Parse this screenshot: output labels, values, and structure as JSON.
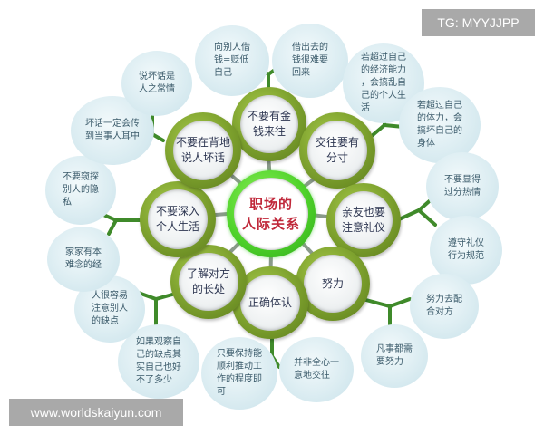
{
  "center": {
    "label": "职场的\n人际关系"
  },
  "nodes": [
    {
      "id": "money",
      "label": "不要有金\n钱来往"
    },
    {
      "id": "propriety",
      "label": "交往要有\n分寸"
    },
    {
      "id": "etiquette",
      "label": "亲友也要\n注意礼仪"
    },
    {
      "id": "effort",
      "label": "努力"
    },
    {
      "id": "understand",
      "label": "正确体认"
    },
    {
      "id": "strengths",
      "label": "了解对方\n的长处"
    },
    {
      "id": "private-life",
      "label": "不要深入\n个人生活"
    },
    {
      "id": "gossip",
      "label": "不要在背地\n说人坏话"
    }
  ],
  "bubbles": [
    {
      "node": "money",
      "text": "向别人借\n钱=贬低\n自己"
    },
    {
      "node": "money",
      "text": "借出去的\n钱很难要\n回来"
    },
    {
      "node": "propriety",
      "text": "若超过自己\n的经济能力\n，会搞乱自\n己的个人生\n活"
    },
    {
      "node": "propriety",
      "text": "若超过自己\n的体力，会\n搞坏自己的\n身体"
    },
    {
      "node": "etiquette",
      "text": "不要显得\n过分热情"
    },
    {
      "node": "etiquette",
      "text": "遵守礼仪\n行为规范"
    },
    {
      "node": "effort",
      "text": "努力去配\n合对方"
    },
    {
      "node": "effort",
      "text": "凡事都需\n要努力"
    },
    {
      "node": "understand",
      "text": "并非全心一\n意地交往"
    },
    {
      "node": "understand",
      "text": "只要保持能\n顺利推动工\n作的程度即\n可"
    },
    {
      "node": "strengths",
      "text": "如果观察自\n己的缺点其\n实自己也好\n不了多少"
    },
    {
      "node": "strengths",
      "text": "人很容易\n注意别人\n的缺点"
    },
    {
      "node": "private-life",
      "text": "家家有本\n难念的经"
    },
    {
      "node": "private-life",
      "text": "不要窥探\n别人的隐\n私"
    },
    {
      "node": "gossip",
      "text": "坏话一定会传\n到当事人耳中"
    },
    {
      "node": "gossip",
      "text": "说坏话是\n人之常情"
    }
  ],
  "watermarks": {
    "top_right": "TG: MYYJJPP",
    "bottom_left": "www.worldskaiyun.com"
  },
  "colors": {
    "ring_green": "#7ea22e",
    "center_ring": "#4ed22a",
    "center_text": "#c0283a",
    "connector": "#3f8a2a",
    "bubble": "#dcedf2",
    "watermark_bg": "#a9a9a9"
  }
}
